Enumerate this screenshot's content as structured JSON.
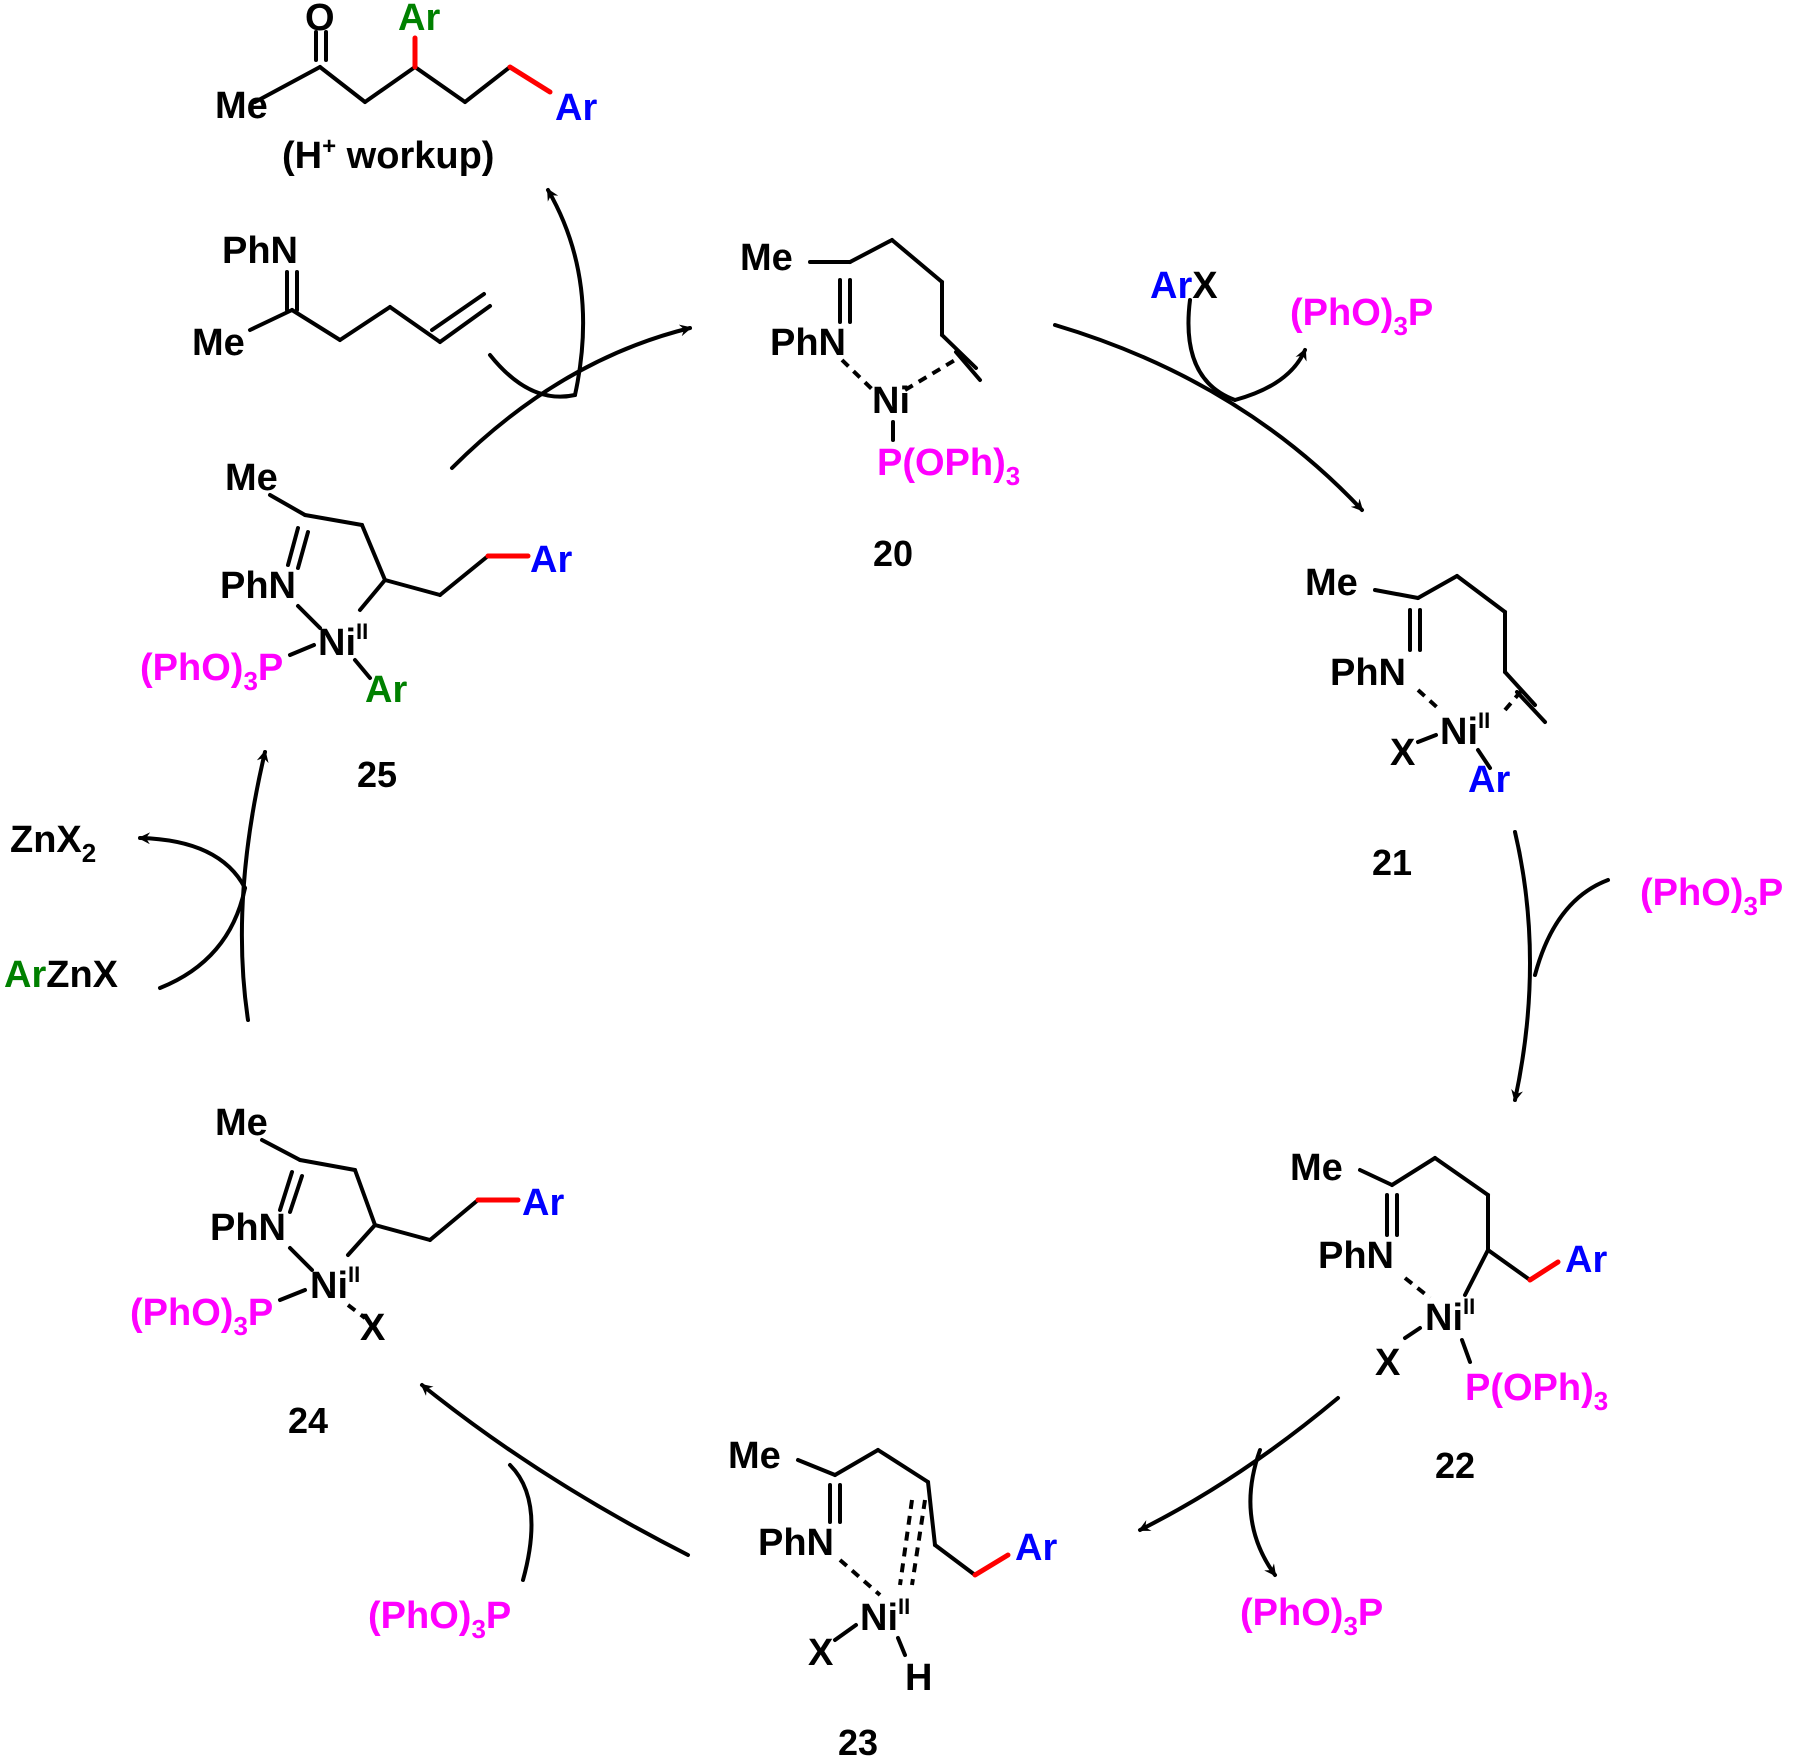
{
  "colors": {
    "text": "#000000",
    "phosphite": "#ff00ff",
    "aryl_from_halide": "#0000ff",
    "aryl_from_zinc": "#008000",
    "new_bond": "#ff0000"
  },
  "labels": {
    "me": "Me",
    "phn": "PhN",
    "ni": "Ni",
    "ni_oxidation": "II",
    "ar": "Ar",
    "x": "X",
    "h": "H",
    "o": "O",
    "phosphite_left": "(PhO)",
    "phosphite_p": "P",
    "phosphite_right_p": "P(OPh)",
    "subscript_3": "3",
    "subscript_2": "2",
    "zn": "ZnX",
    "zn_salt": "ZnX",
    "arx_ar": "Ar",
    "arx_x": "X",
    "workup_open": "(H",
    "workup_plus": "+",
    "workup_close": " workup)"
  },
  "compounds": {
    "c20": "20",
    "c21": "21",
    "c22": "22",
    "c23": "23",
    "c24": "24",
    "c25": "25"
  }
}
